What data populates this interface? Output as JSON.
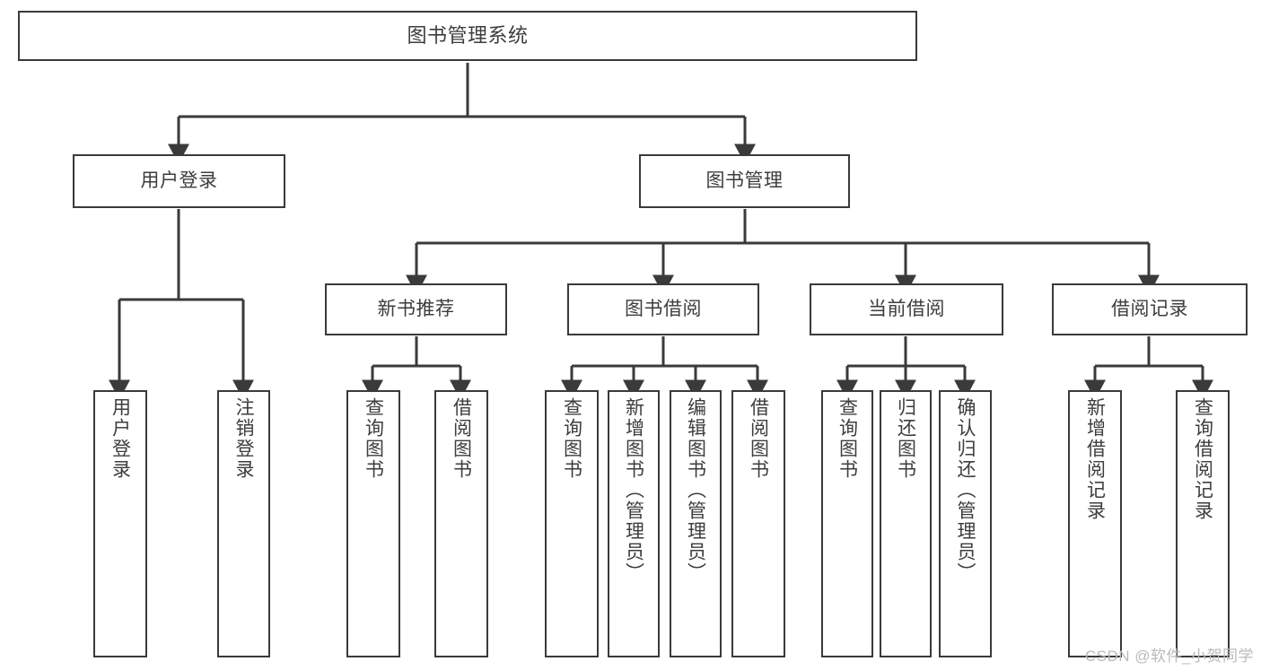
{
  "diagram": {
    "type": "tree-hierarchy",
    "title": "图书管理系统",
    "watermark": "CSDN @软件_小贺同学",
    "colors": {
      "box_border": "#3a3a3a",
      "box_fill": "#ffffff",
      "connector": "#3a3a3a",
      "text": "#3d3d3d",
      "watermark": "#b9b9b9",
      "background": "#ffffff"
    },
    "nodes": {
      "root": {
        "label": "图书管理系统"
      },
      "level1": [
        {
          "id": "user-login",
          "label": "用户登录"
        },
        {
          "id": "book-management",
          "label": "图书管理"
        }
      ],
      "level2": [
        {
          "id": "new-book-recommend",
          "label": "新书推荐"
        },
        {
          "id": "book-borrow",
          "label": "图书借阅"
        },
        {
          "id": "current-borrow",
          "label": "当前借阅"
        },
        {
          "id": "borrow-record",
          "label": "借阅记录"
        }
      ],
      "leaves": {
        "user_login": [
          {
            "id": "leaf-user-login",
            "label": "用户登录"
          },
          {
            "id": "leaf-logout-login",
            "label": "注销登录"
          }
        ],
        "new_book_recommend": [
          {
            "id": "leaf-query-book-1",
            "label": "查询图书"
          },
          {
            "id": "leaf-borrow-book-1",
            "label": "借阅图书"
          }
        ],
        "book_borrow": [
          {
            "id": "leaf-query-book-2",
            "label": "查询图书"
          },
          {
            "id": "leaf-add-book",
            "label": "新增图书（管理员）"
          },
          {
            "id": "leaf-edit-book",
            "label": "编辑图书（管理员）"
          },
          {
            "id": "leaf-borrow-book-2",
            "label": "借阅图书"
          }
        ],
        "current_borrow": [
          {
            "id": "leaf-query-book-3",
            "label": "查询图书"
          },
          {
            "id": "leaf-return-book",
            "label": "归还图书"
          },
          {
            "id": "leaf-confirm-return",
            "label": "确认归还（管理员）"
          }
        ],
        "borrow_record": [
          {
            "id": "leaf-add-record",
            "label": "新增借阅记录"
          },
          {
            "id": "leaf-query-record",
            "label": "查询借阅记录"
          }
        ]
      }
    }
  }
}
